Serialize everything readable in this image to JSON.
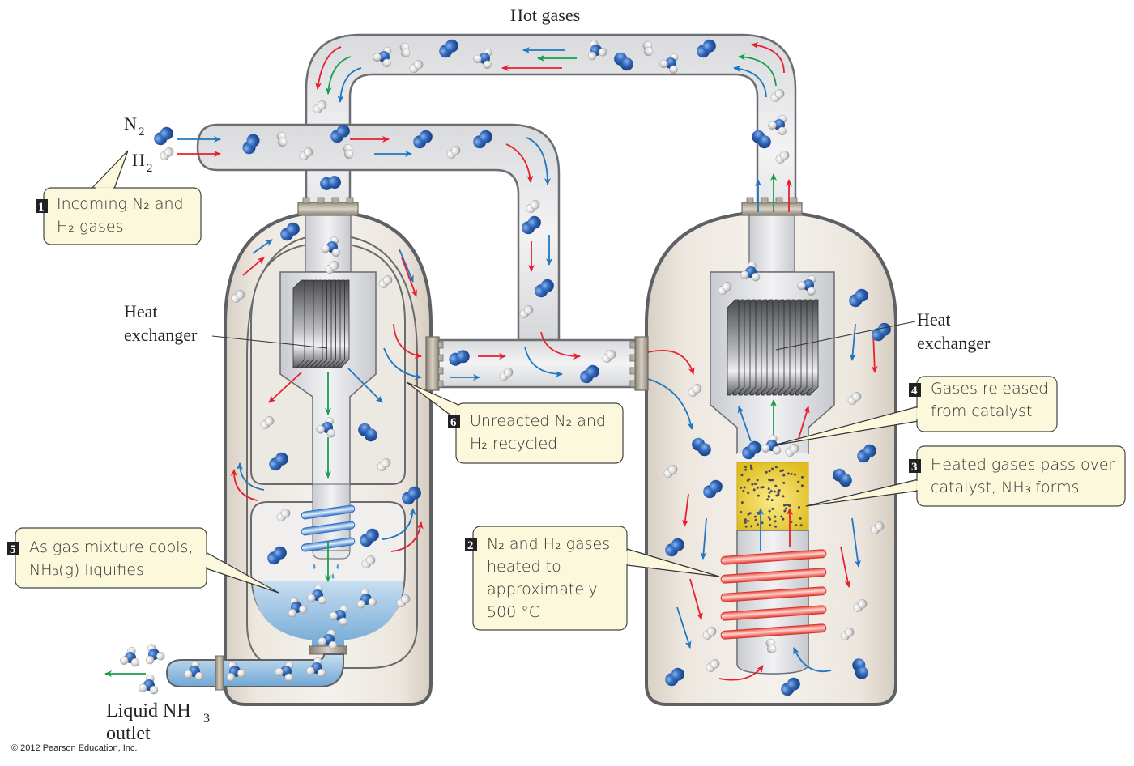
{
  "title": "Haber process ammonia synthesis reactor",
  "labels": {
    "hot_gases": "Hot gases",
    "n2": "N",
    "n2_sub": "2",
    "h2": "H",
    "h2_sub": "2",
    "heat_exchanger_left_1": "Heat",
    "heat_exchanger_left_2": "exchanger",
    "heat_exchanger_right_1": "Heat",
    "heat_exchanger_right_2": "exchanger",
    "outlet_1": "Liquid NH",
    "outlet_sub": "3",
    "outlet_2": "outlet"
  },
  "steps": [
    {
      "number": "1",
      "line1": "Incoming N₂ and",
      "line2": "H₂ gases"
    },
    {
      "number": "2",
      "line1": "N₂ and H₂ gases",
      "line2": "heated to",
      "line3": "approximately",
      "line4": "500 °C"
    },
    {
      "number": "3",
      "line1": "Heated gases pass over",
      "line2": "catalyst, NH₃ forms"
    },
    {
      "number": "4",
      "line1": "Gases released",
      "line2": "from catalyst"
    },
    {
      "number": "5",
      "line1": "As gas mixture cools,",
      "line2": "NH₃(g) liquifies"
    },
    {
      "number": "6",
      "line1": "Unreacted N₂ and",
      "line2": "H₂ recycled"
    }
  ],
  "legend_colors": {
    "n2_flow": "#1f78c1",
    "h2_flow": "#e8202e",
    "nh3_flow": "#1aa04a",
    "n2_molecule": "#2f66b8",
    "callout_fill": "#fbf8dc",
    "catalyst": "#e8c72a",
    "liquid": "#8fbfe0",
    "heater_coil": "#f07a6e",
    "cooling_coil": "#6ea4dc"
  },
  "copyright": "© 2012 Pearson Education, Inc."
}
